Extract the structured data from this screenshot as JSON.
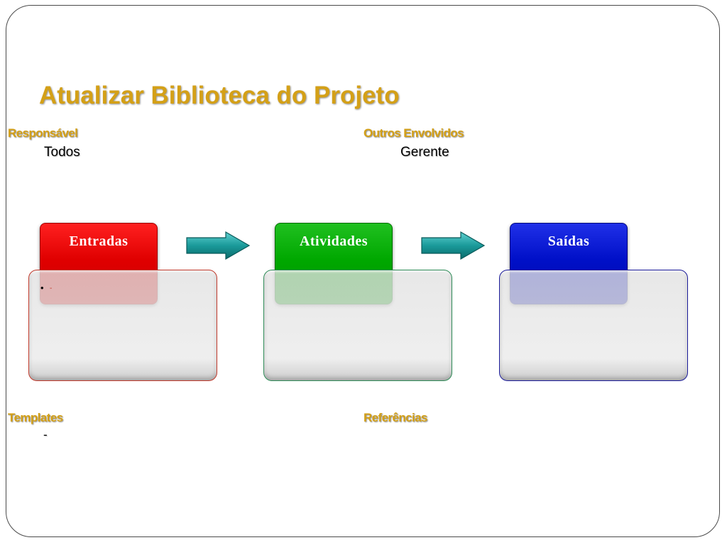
{
  "slide": {
    "title": "Atualizar Biblioteca do Projeto",
    "responsavel": {
      "label": "Responsável",
      "value": "Todos"
    },
    "outros_envolvidos": {
      "label": "Outros Envolvidos",
      "value": "Gerente"
    },
    "templates": {
      "label": "Templates",
      "value": "-"
    },
    "referencias": {
      "label": "Referências"
    },
    "flow": [
      {
        "label": "Entradas",
        "color": "#e00000",
        "border": "#c0392b",
        "items": [
          "-"
        ]
      },
      {
        "label": "Atividades",
        "color": "#00a000",
        "border": "#2e8b57",
        "items": []
      },
      {
        "label": "Saídas",
        "color": "#0010c8",
        "border": "#1a1a9a",
        "items": []
      }
    ],
    "colors": {
      "title_gold": "#d4a017",
      "arrow_teal": "#1a9a9a"
    }
  }
}
